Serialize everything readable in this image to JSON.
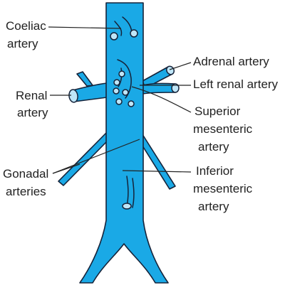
{
  "diagram": {
    "labels": {
      "coeliac": [
        "Coeliac",
        "artery"
      ],
      "adrenal": [
        "Adrenal artery"
      ],
      "left_renal": [
        "Left renal artery"
      ],
      "renal": [
        "Renal",
        "artery"
      ],
      "superior_mesenteric": [
        "Superior",
        "mesenteric",
        "artery"
      ],
      "gonadal": [
        "Gonadal",
        "arteries"
      ],
      "inferior_mesenteric": [
        "Inferior",
        "mesenteric",
        "artery"
      ]
    },
    "colors": {
      "vessel_fill": "#1aa9e6",
      "vessel_outline": "#15233a",
      "ostium_fill": "#bfe6f8",
      "text": "#222222"
    }
  }
}
